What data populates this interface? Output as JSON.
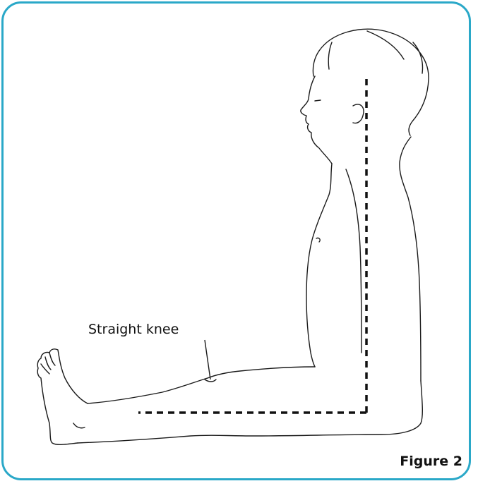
{
  "figure": {
    "caption": "Figure 2",
    "frame_color": "#2aa8c8",
    "annotation": {
      "label": "Straight knee"
    },
    "guide_line": {
      "style": "dashed",
      "color": "#111111"
    }
  }
}
